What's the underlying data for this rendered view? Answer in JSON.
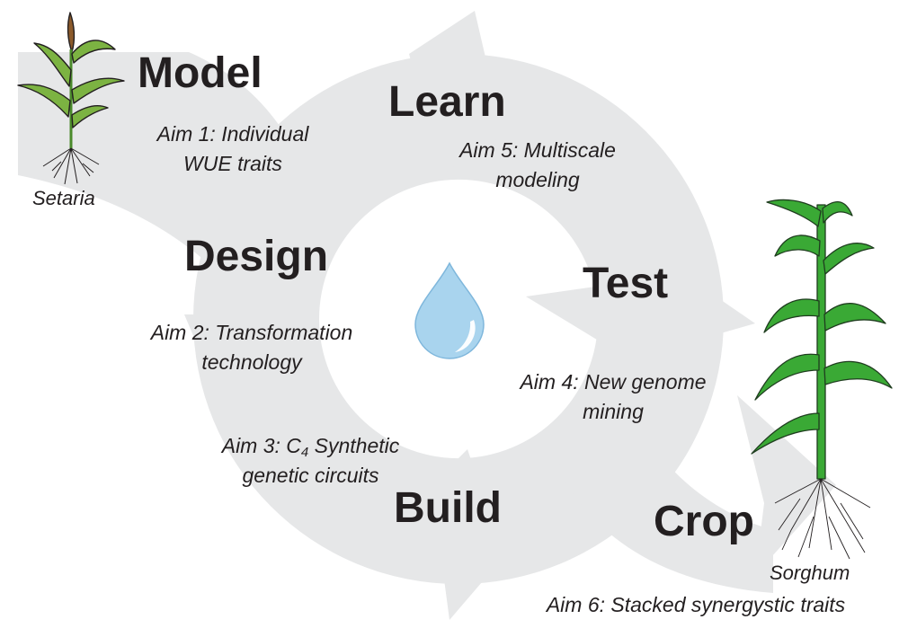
{
  "phases": {
    "model": "Model",
    "learn": "Learn",
    "design": "Design",
    "test": "Test",
    "build": "Build",
    "crop": "Crop"
  },
  "aims": {
    "aim1": [
      "Aim 1: Individual",
      "WUE traits"
    ],
    "aim2": [
      "Aim 2: Transformation",
      "technology"
    ],
    "aim3": {
      "line1_before": "Aim 3: C",
      "line1_subscript": "4",
      "line1_after": " Synthetic",
      "line2": "genetic circuits"
    },
    "aim4": [
      "Aim 4: New genome",
      "mining"
    ],
    "aim5": [
      "Aim 5: Multiscale",
      "modeling"
    ],
    "aim6": "Aim 6: Stacked synergystic traits"
  },
  "species": {
    "left": "Setaria",
    "right": "Sorghum"
  },
  "icons": {
    "center": "water-drop-icon",
    "left_plant": "setaria-plant-icon",
    "right_plant": "sorghum-plant-icon"
  },
  "colors": {
    "arrow_fill": "#e6e7e8",
    "text": "#231f20",
    "drop": "#a9d4ee",
    "leaf": "#3aa935",
    "leaf_dark": "#7cb342"
  }
}
